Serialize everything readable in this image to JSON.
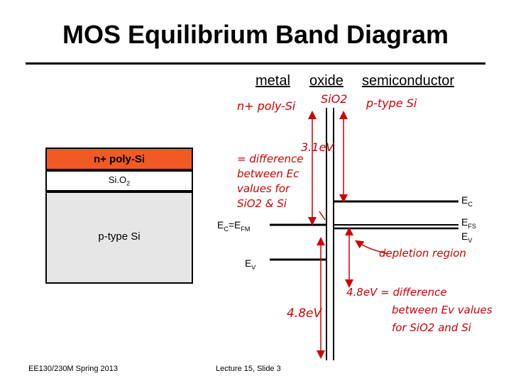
{
  "title": "MOS Equilibrium Band Diagram",
  "columns": [
    "metal",
    "oxide",
    "semiconductor"
  ],
  "structure": {
    "gate": "n+ poly-Si",
    "oxide": {
      "base": "Si.O",
      "sub": "2"
    },
    "substrate": "p-type Si"
  },
  "bands": {
    "metal_ec": "E",
    "metal_ec_sub": "C",
    "metal_eq": "=E",
    "metal_ef_sub": "FM",
    "metal_ev": "E",
    "metal_ev_sub": "V",
    "semi_ec": "E",
    "semi_ec_sub": "C",
    "semi_ef": "E",
    "semi_ef_sub": "FS",
    "semi_ev": "E",
    "semi_ev_sub": "V"
  },
  "annotations": {
    "n_poly": "n+ poly-Si",
    "sio2": "SiO2",
    "p_type": "p-type Si",
    "gap_top": "3.1eV",
    "diff_ec": [
      "= difference",
      "between Ec",
      "values for",
      "SiO2 & Si"
    ],
    "depletion": "depletion region",
    "gap_bottom": "4.8eV",
    "diff_ev": [
      "4.8eV = difference",
      "between Ev values",
      "for SiO2 and Si"
    ]
  },
  "footer": {
    "course": "EE130/230M Spring 2013",
    "slide": "Lecture 15, Slide 3"
  },
  "colors": {
    "gate": "#f15a24",
    "substrate": "#e6e6e6",
    "ink": "#d00000"
  }
}
